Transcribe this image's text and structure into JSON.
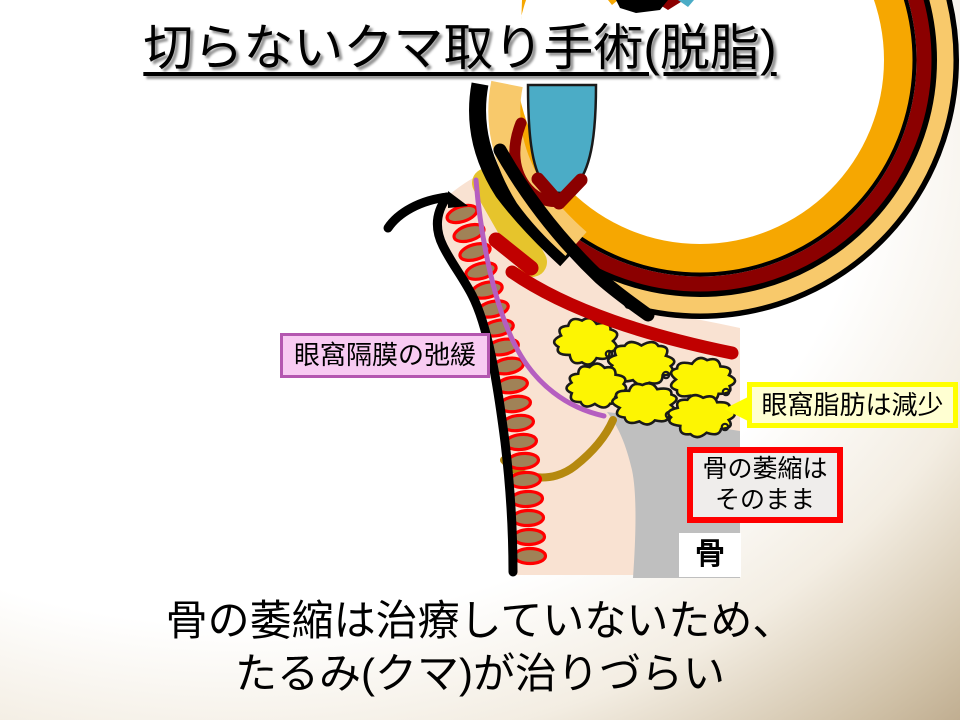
{
  "slide": {
    "title": "切らないクマ取り手術(脱脂)",
    "conclusion": {
      "line1": "骨の萎縮は治療していないため、",
      "line2": "たるみ(クマ)が治りづらい"
    }
  },
  "diagram": {
    "callouts": {
      "septum": {
        "text": "眼窩隔膜の弛緩",
        "border": "#b457b0",
        "fill": "#f8cbf2"
      },
      "fat": {
        "text": "眼窩脂肪は減少",
        "border": "#ffff00",
        "fill": "#ffffd2"
      },
      "bone_atrophy": {
        "line1": "骨の萎縮は",
        "line2": "そのまま",
        "border": "#ff0000",
        "fill": "#efedeb"
      },
      "bone": {
        "text": "骨",
        "fill": "#ffffff"
      }
    },
    "colors": {
      "skin": "#f9e2d2",
      "muscle_fill": "#a08257",
      "muscle_outline": "#ff0000",
      "fat_fill": "#fdf502",
      "fat_outline": "#1a1a1a",
      "tarsus": "#e6c42c",
      "red_muscle": "#c00000",
      "dark_red": "#8b0000",
      "amber_ring": "#f6a701",
      "pale_gold": "#f8c96b",
      "gold_line": "#b5890f",
      "violet": "#b55ec0",
      "iris": "#4bacc6",
      "bone_gray": "#bfbfbf",
      "conjunctiva": "#f49ac1",
      "outline_black": "#000000"
    }
  }
}
